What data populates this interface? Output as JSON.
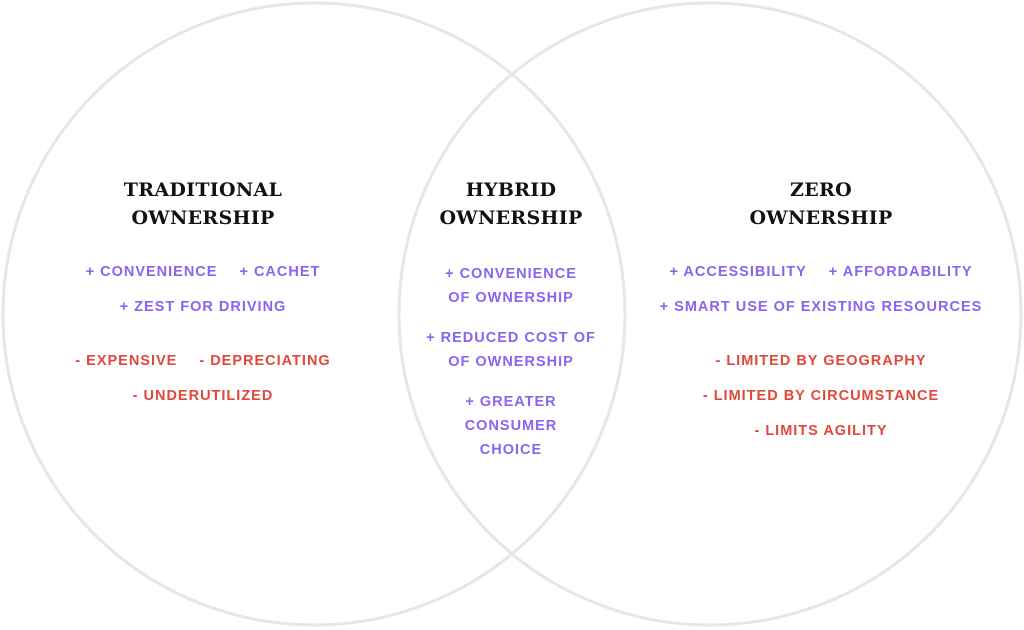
{
  "diagram": {
    "type": "venn",
    "colors": {
      "circle_stroke": "#e6e6e6",
      "title": "#111111",
      "pro": "#8a63f0",
      "con": "#e0483a",
      "background": "#ffffff"
    },
    "left": {
      "title_line1": "TRADITIONAL",
      "title_line2": "OWNERSHIP",
      "pros": [
        "+ CONVENIENCE",
        "+ CACHET",
        "+ ZEST FOR DRIVING"
      ],
      "cons": [
        "- EXPENSIVE",
        "- DEPRECIATING",
        "- UNDERUTILIZED"
      ]
    },
    "middle": {
      "title_line1": "HYBRID",
      "title_line2": "OWNERSHIP",
      "pros": [
        {
          "line1": "+ CONVENIENCE",
          "line2": "OF OWNERSHIP"
        },
        {
          "line1": "+ REDUCED COST OF",
          "line2": "OF OWNERSHIP"
        },
        {
          "line1": "+ GREATER",
          "line2": "CONSUMER",
          "line3": "CHOICE"
        }
      ]
    },
    "right": {
      "title_line1": "ZERO",
      "title_line2": "OWNERSHIP",
      "pros": [
        "+ ACCESSIBILITY",
        "+ AFFORDABILITY",
        "+ SMART USE OF EXISTING RESOURCES"
      ],
      "cons": [
        "- LIMITED BY GEOGRAPHY",
        "- LIMITED BY CIRCUMSTANCE",
        "- LIMITS AGILITY"
      ]
    }
  }
}
